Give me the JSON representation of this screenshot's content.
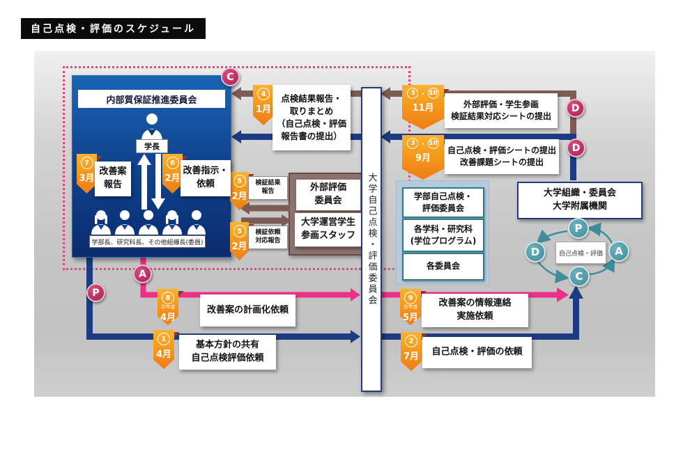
{
  "page_title": "自己点検・評価のスケジュール",
  "committee_box": {
    "header": "内部質保証推進委員会",
    "president": "学長",
    "staff": "学部長、研究科長、その他組織長(委員)"
  },
  "badges": {
    "b7": {
      "number": "7",
      "month": "3月",
      "label": "改善案\n報告"
    },
    "b6": {
      "number": "6",
      "month": "2月",
      "label": "改善指示・\n依頼"
    },
    "b4": {
      "number": "4",
      "month": "1月",
      "label": "点検結果報告・\n取りまとめ\n（自己点検・評価\n報告書の提出）"
    },
    "b3_top": {
      "number_a": "3",
      "sep": "・",
      "number_b": "10",
      "month": "11月",
      "label": "外部評価・学生参画\n検証結果対応シートの提出"
    },
    "b3_bottom": {
      "number_a": "3",
      "sep": "・",
      "number_b": "10",
      "month": "9月",
      "label": "自己点検・評価シートの提出\n改善課題シートの提出"
    },
    "b5_top": {
      "number": "5",
      "month": "2月",
      "label": "検証結果\n報告"
    },
    "b5_bottom": {
      "number": "5",
      "month": "2月",
      "label": "検証依頼\n対応報告"
    },
    "b8": {
      "number": "8",
      "note": "次年度",
      "month": "4月",
      "label": "改善案の計画化依頼"
    },
    "b1": {
      "number": "1",
      "month": "4月",
      "label": "基本方針の共有\n自己点検評価依頼"
    },
    "b9": {
      "number": "9",
      "note": "次年度",
      "month": "5月",
      "label": "改善案の情報連絡\n実施依頼"
    },
    "b2": {
      "number": "2",
      "month": "7月",
      "label": "自己点検・評価の依頼"
    }
  },
  "center_committee": "大学自己点検・評価委員会",
  "external_group": {
    "box1": "外部評価\n委員会",
    "box2": "大学運営学生\n参画スタッフ"
  },
  "faculty_group": {
    "box1": "学部自己点検・\n評価委員会",
    "box2": "各学科・研究科\n(学位プログラム)",
    "box3": "各委員会"
  },
  "org_box": "大学組織・委員会\n大学附属機関",
  "pdca": {
    "p": "P",
    "d": "D",
    "c": "C",
    "a": "A",
    "center": "自己点検・評価"
  },
  "markers": {
    "c": "C",
    "d_top": "D",
    "d_bottom": "D",
    "a": "A",
    "p": "P"
  },
  "colors": {
    "badge_orange": "#f59c1d",
    "navy_arrow": "#1c3b80",
    "brown_arrow": "#7d5c55",
    "pink_arrow": "#ee2f88",
    "crimson_badge": "#b02a5c",
    "teal_circle": "#4f9aa8",
    "dotted_pink": "#f23f82"
  }
}
